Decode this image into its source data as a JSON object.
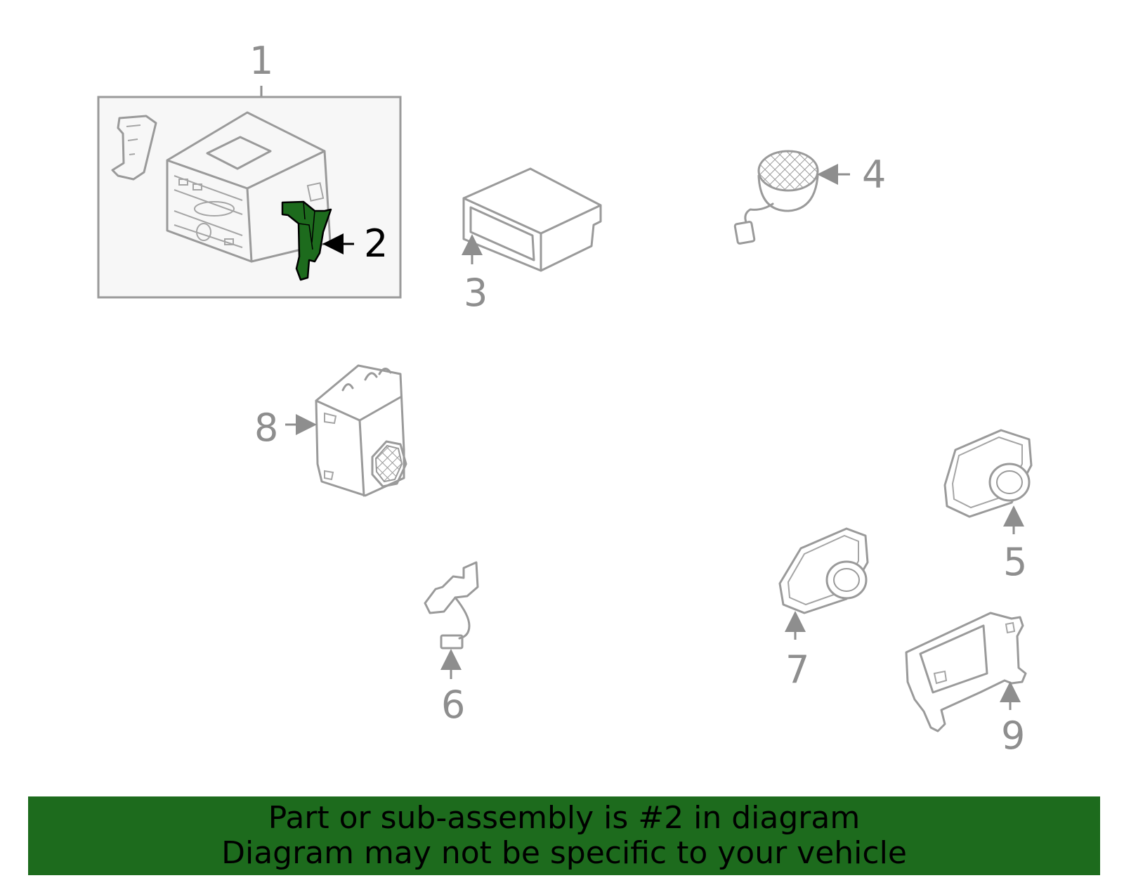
{
  "diagram": {
    "highlighted_part": "2",
    "highlight_color": "#1d6b1d",
    "line_color": "#9a9a9a",
    "callouts": [
      {
        "id": "1",
        "label": "1"
      },
      {
        "id": "2",
        "label": "2"
      },
      {
        "id": "3",
        "label": "3"
      },
      {
        "id": "4",
        "label": "4"
      },
      {
        "id": "5",
        "label": "5"
      },
      {
        "id": "6",
        "label": "6"
      },
      {
        "id": "7",
        "label": "7"
      },
      {
        "id": "8",
        "label": "8"
      },
      {
        "id": "9",
        "label": "9"
      }
    ]
  },
  "banner": {
    "line1": "Part or sub-assembly is #2 in diagram",
    "line2": "Diagram may not be specific to your vehicle",
    "background": "#1d6b1d"
  }
}
